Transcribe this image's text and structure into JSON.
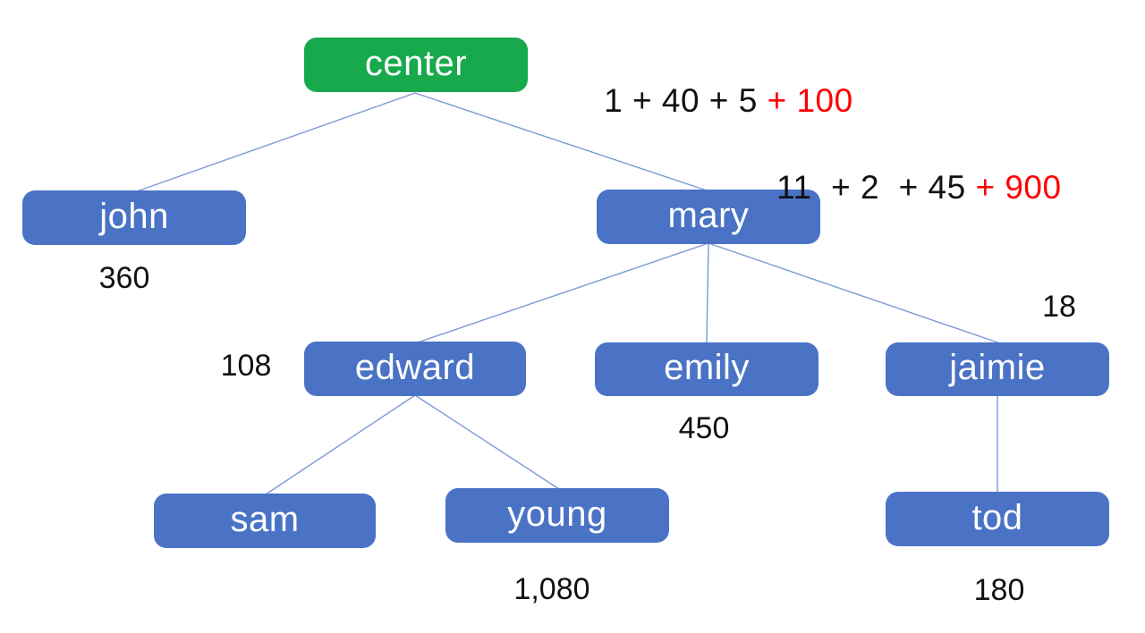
{
  "diagram": {
    "description": "tree diagram with weighted nodes",
    "root_annotation": {
      "base": "1 + 40 + 5 ",
      "highlight": "+ 100"
    },
    "branch_annotation": {
      "base": "11  + 2  + 45 ",
      "highlight": "+ 900"
    }
  },
  "colors": {
    "root_node": "#17a94c",
    "node": "#4a73c6",
    "edge": "#7d99da",
    "highlight": "#ff0000",
    "node_text": "#ffffff",
    "value_text": "#111111"
  },
  "nodes": {
    "center": {
      "label": "center"
    },
    "john": {
      "label": "john",
      "value": "360"
    },
    "mary": {
      "label": "mary"
    },
    "edward": {
      "label": "edward",
      "value": "108"
    },
    "emily": {
      "label": "emily",
      "value": "450"
    },
    "jaimie": {
      "label": "jaimie",
      "value": "18"
    },
    "sam": {
      "label": "sam"
    },
    "young": {
      "label": "young",
      "value": "1,080"
    },
    "tod": {
      "label": "tod",
      "value": "180"
    }
  },
  "edges": [
    {
      "from": "center",
      "to": "john"
    },
    {
      "from": "center",
      "to": "mary"
    },
    {
      "from": "mary",
      "to": "edward"
    },
    {
      "from": "mary",
      "to": "emily"
    },
    {
      "from": "mary",
      "to": "jaimie"
    },
    {
      "from": "edward",
      "to": "sam"
    },
    {
      "from": "edward",
      "to": "young"
    },
    {
      "from": "jaimie",
      "to": "tod"
    }
  ]
}
